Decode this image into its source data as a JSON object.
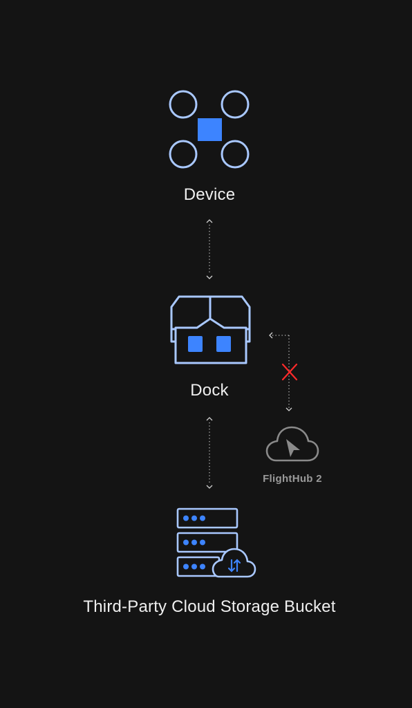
{
  "nodes": {
    "device": {
      "label": "Device",
      "icon": "drone-icon"
    },
    "dock": {
      "label": "Dock",
      "icon": "dock-icon"
    },
    "flighthub": {
      "label": "FlightHub 2",
      "icon": "cloud-cursor-icon"
    },
    "storage": {
      "label": "Third-Party Cloud Storage Bucket",
      "icon": "server-cloud-icon"
    }
  },
  "connections": [
    {
      "from": "device",
      "to": "dock",
      "style": "dotted-bidirectional"
    },
    {
      "from": "dock",
      "to": "storage",
      "style": "dotted-bidirectional"
    },
    {
      "from": "dock",
      "to": "flighthub",
      "style": "dotted-blocked",
      "marker": "cross-icon"
    }
  ],
  "colors": {
    "background": "#141414",
    "outline": "#a9c8ff",
    "accent": "#3d84ff",
    "blocked": "#ff2a2a",
    "muted": "#8a8a8a",
    "label": "#efefef"
  }
}
